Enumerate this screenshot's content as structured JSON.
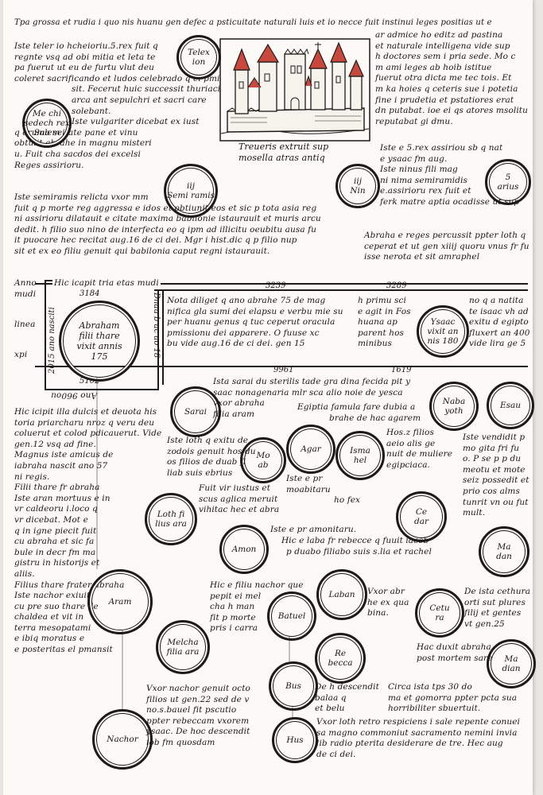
{
  "header": {
    "line1": "Tpa grossa et rudia i quo nis huanu gen defec a psticuitate naturali luis et io necce fuit instinui leges positias ut e"
  },
  "left_top": {
    "lines": [
      "Iste teler io hcheioriu.5.rex fuit q",
      "regnte vsq ad obi mitia et leta te",
      "pa fuerut ut eu de furtu vlut deu",
      "coleret sacrificando et ludos celebrado q ei pmi",
      "sit. Fecerut huic successit thuriaci",
      "arca ant sepulchri et sacri care",
      "solebant.",
      "Iste vulgariter dicebat ex iust",
      "q eruma seitate pane et vinu",
      "obtulit abrahe in magnu misteri",
      "u. Fuit cha sacdos dei excelsi",
      "Reges assirioru."
    ]
  },
  "right_top": {
    "lines": [
      "ar admice ho editz ad pastina",
      "et naturale intelligena vide sup",
      "h doctores sem i pria sede. Mo c",
      "m ami leges ab hoib istitue",
      "fuerut otra dicta me tec tois. Et",
      "m ka hoies q ceteris sue i potetia",
      "fine i prudetia et pstatiores erat",
      "dn putabat. ioe ei qs atores msolitu",
      "reputabat gi dmu."
    ]
  },
  "illustration": {
    "caption_line1": "Treueris extruit sup",
    "caption_line2": "mosella atras antiq"
  },
  "circles": {
    "telex": "Telex\nion",
    "melchisedech": "Me chi\nsedech rex\nSalem",
    "semiramis": "iij\nSemi ramis",
    "ninias": "iij\nNin",
    "arius": "5\narius",
    "abraham": "Abraham\nfilii thare\nvixit annis\n175",
    "ysaac": "Ysaac\nvixit an\nnis 180",
    "sarai": "Sarai",
    "nabayoth": "Naba\nyoth",
    "esau": "Esau",
    "moab": "Mo\nab",
    "agar": "Agar",
    "ismahel": "Isma\nhel",
    "cedar": "Ce\ndar",
    "lothfilius": "Loth fi\nlius ara",
    "amon": "Amon",
    "madan": "Ma\ndan",
    "aram": "Aram",
    "laban": "Laban",
    "bathuel": "Batuel",
    "cethura": "Cetu\nra",
    "melcha": "Melcha\nfilia ara",
    "rebecca": "Re\nbecca",
    "madian": "Ma\ndian",
    "bus": "Bus",
    "nachor": "Nachor",
    "hus": "Hus"
  },
  "middle_left": {
    "lines": [
      "Iste semiramis relicta vxor mm",
      "fuit q p morte reg aggressa e idos et obtiunit eos et sic p tota asia reg",
      "ni assirioru dilatauit e citate maxima babilonie istaurauit et muris arcu",
      "dedit. h filio suo nino de interfecta eo q ipm ad illicitu oeubitu ausa fu",
      "it puocare hec recitat aug.16 de ci dei. Mgr i hist.dic q p filio nup",
      "sit et ex eo filiu genuit qui babilonia caput regni istaurauit."
    ]
  },
  "middle_right": {
    "lines_top": [
      "Iste e 5.rex assiriou sb q nat",
      "e ysaac fm aug.",
      "Iste ninus fili mag",
      "ni nima semiramidis",
      "e.assirioru rex fuit et",
      "ferk matre aptia ocadisse ut sup"
    ],
    "lines_bottom": [
      "Abraha e reges percussit ppter loth q",
      "ceperat et ut gen xiiij quoru vnus fr fu",
      "isse nerota et sit amraphel"
    ]
  },
  "timeline": {
    "anno": "Anno",
    "mudi": "mudi",
    "linea": "linea",
    "xpi": "xpi",
    "hic_incipit": "Hic icapit tria etas mudi",
    "n3184": "3184",
    "n3239": "3239",
    "n3289": "3289",
    "n5102": "5102",
    "n9961": "9961",
    "n1619": "1619",
    "vertical_left": "2015 ano nasciti",
    "vertical_right": "Dnau b ac ao 18",
    "bottom_vertical": "Ano 960ou",
    "nota_lines": [
      "Nota diliget q ano abrahe 75 de mag",
      "nifica gla sumi dei elapsu e verbu mie su",
      "per huanu genus q tuc ceperut oracula",
      "pmissionu dei apparere. O fuuse xc",
      "bu vide aug.16 de ci dei. gen 15"
    ],
    "primus_lines": [
      "h primu sci",
      "e agit in Fos",
      "huana ap",
      "parent hos",
      "minibus"
    ],
    "ysaac_note": [
      "no q a natita",
      "te isaac vh ad",
      "exitu d egipto",
      "fluxert an 400",
      "vide lira ge 5"
    ]
  },
  "lower_left": {
    "lines": [
      "Hic icipit illa dulcis et deuota his",
      "toria priarcharu nroz q veru deu",
      "coluerut et colod pdicauerut. Vide",
      "gen.12 vsq ad fine.",
      "Magnus iste amicus de",
      "iabraha nascit ano 57",
      "ni regis.",
      "",
      "Filii thare fr abraha",
      "",
      "Iste aran mortuus e in",
      "vr caldeoru i.loco q",
      "vr dicebat. Mot e",
      "q in igne piecit fuit",
      "cu abraha et sic fa",
      "bule in decr fm ma",
      "gistru in historijs et",
      "aliis.",
      "",
      "Filius thare frater abraha",
      "",
      "",
      "Iste nachor exiuit",
      "cu pre suo thare de",
      "chaldea et vit in",
      "terra mesopatami",
      "e ibiq moratus e",
      "e posteritas el pmansit"
    ]
  },
  "lower_center": {
    "sarai_text": [
      "Ista sarai du sterilis tade gra dina fecida pit y",
      "saac nonagenaria mlr sca alio noie de yesca",
      "vxor abraha",
      "filia aram"
    ],
    "agar_text": [
      "Egiptia famula fare dubia a",
      "brahe de hac agarem",
      "Hos.z filios",
      "aeio alis ge",
      "nuit de muliere",
      "egipciaca."
    ],
    "loth_text": [
      "Iste loth q exitu de",
      "zodois genuit hos du",
      "os filios de duab fi",
      "liab suis ebrius"
    ],
    "iustus_text": [
      "Iste e pr",
      "moabitaru",
      "ho fex",
      "Fuit vir iustus et",
      "scus aglica meruit",
      "vihitac hec et abra"
    ],
    "amon_text": [
      "Iste e pr amonitaru.",
      "Hic e laba fr rebecce q fuuit iacob",
      "p duabo filiabo suis s.lia et rachel"
    ],
    "nachor_text": [
      "Hic e filiu nachor que",
      "pepit ei mel",
      "cha h man",
      "fit p morte",
      "pris i carra"
    ],
    "laban_text": [
      "Vxor abr",
      "he ex qua",
      "bina."
    ],
    "cethura_text": [
      "De ista cethura",
      "orti sut plures",
      "filij et gentes",
      "vt gen.25"
    ],
    "hac_text": [
      "Hac duxit abraha",
      "post mortem sare"
    ],
    "bus_text": [
      "Vxor nachor genuit octo",
      "filios ut gen.22 sed de v",
      "no.s.bauel fit pscutio",
      "ppter rebeccam vxorem",
      "ysaac. De hoc descendit",
      "iob fm quosdam"
    ],
    "hus_text": [
      "De h descendit",
      "balaa q",
      "et belu",
      "Vxor loth retro respiciens i sale repente conuei",
      "sa magno commoniut sacramento nemini invia",
      "lib radio pterita desiderare de tre. Hec aug",
      "de ci dei."
    ],
    "circa_text": [
      "Circa ista tps 30 do",
      "ma et gomorra ppter pcta sua",
      "horribiliter sbuertuit."
    ],
    "esau_text": [
      "Iste vendidit p",
      "mo gita fri fu",
      "o. P se p p du",
      "meotu et mote",
      "seiz possedit et",
      "prio cos alms",
      "tunrit vn ou fut",
      "mult."
    ]
  }
}
